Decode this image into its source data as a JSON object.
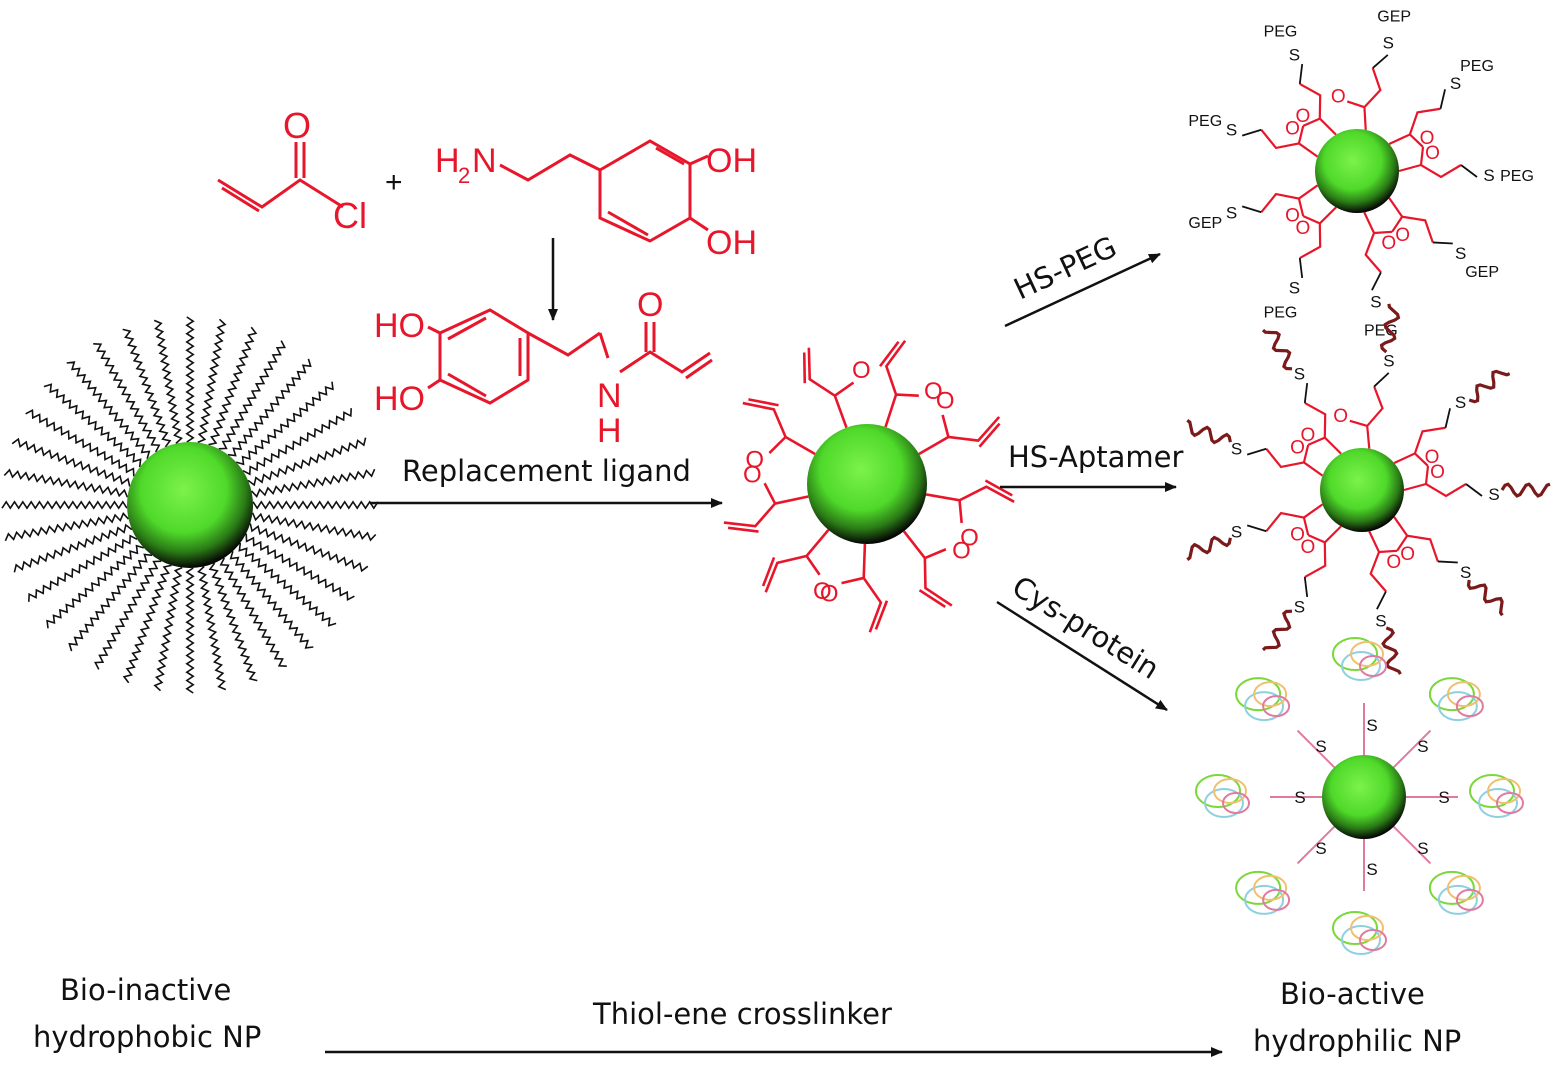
{
  "colors": {
    "ligand": "#e8162b",
    "np_green": "#5fe23a",
    "np_dark": "#0a0a0a",
    "arrow": "#111111",
    "aptamer": "#7a1a1a"
  },
  "reagents": {
    "acryloyl_O": "O",
    "acryloyl_Cl": "Cl",
    "plus": "+",
    "dopamine_H2N": "H",
    "dopamine_H2N_sub": "2",
    "dopamine_H2N_N": "N",
    "dopamine_OH1": "OH",
    "dopamine_OH2": "OH"
  },
  "replacement_ligand": {
    "HO1": "HO",
    "HO2": "HO",
    "O": "O",
    "N": "N",
    "H": "H",
    "caption": "Replacement ligand"
  },
  "arrows": {
    "hs_peg": "HS-PEG",
    "hs_aptamer": "HS-Aptamer",
    "cys_protein": "Cys-protein",
    "thiol_ene": "Thiol-ene crosslinker"
  },
  "labels": {
    "left_line1": "Bio-inactive",
    "left_line2": "hydrophobic NP",
    "right_line1": "Bio-active",
    "right_line2": "hydrophilic NP"
  },
  "atoms": {
    "O": "O",
    "S": "S",
    "PEG": "PEG",
    "GEP": "GEP"
  }
}
